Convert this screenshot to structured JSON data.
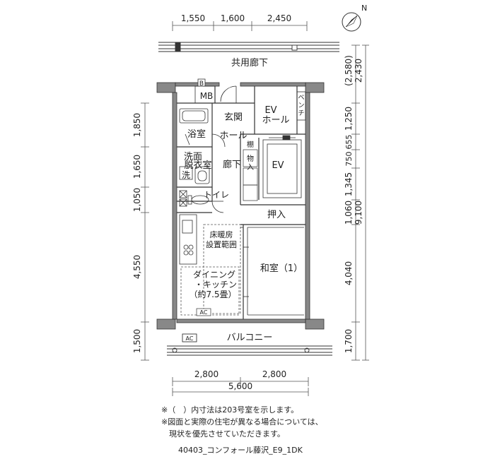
{
  "top_dims": [
    "1,550",
    "1,600",
    "2,450"
  ],
  "bottom_dims": [
    "2,800",
    "2,800"
  ],
  "bottom_total": "5,600",
  "left_dims": [
    "1,850",
    "1,650",
    "1,050",
    "4,550",
    "1,500"
  ],
  "right_dims": [
    "(2,580)",
    "2,430",
    "1,250",
    "655",
    "750",
    "1,345",
    "1,060",
    "4,040",
    "1,700"
  ],
  "right_total": "9,100",
  "compass": "N",
  "rooms": {
    "corridor": "共用廊下",
    "mb": "MB",
    "b": "B",
    "bench": [
      "ベ",
      "ン",
      "チ"
    ],
    "genkan": "玄関",
    "ev_hall": [
      "EV",
      "ホール"
    ],
    "bath": "浴室",
    "hall": "ホール",
    "washroom": [
      "洗面",
      "脱衣室"
    ],
    "shelf": "棚",
    "hallway": "廊下",
    "storage": [
      "物",
      "入"
    ],
    "ev": "EV",
    "wash": "洗",
    "toilet": "トイレ",
    "closet": "押入",
    "floor_heat": [
      "床暖房",
      "設置範囲"
    ],
    "washitsu": "和室（1）",
    "dk": [
      "ダイニング",
      "・キッチン",
      "（約7.5畳）"
    ],
    "ac": "AC",
    "balcony": "バルコニー"
  },
  "notes": [
    "※（　）内寸法は203号室を示します。",
    "※図面と実際の住宅が異なる場合については、",
    "　現状を優先させていただきます。"
  ],
  "caption": "40403_コンフォール藤沢_E9_1DK"
}
